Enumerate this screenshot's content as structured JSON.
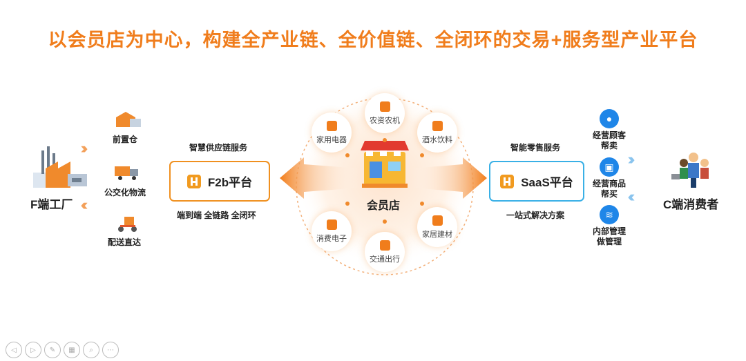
{
  "title": "以会员店为中心，构建全产业链、全价值链、全闭环的交易+服务型产业平台",
  "left": {
    "factory_label": "F端工厂",
    "nodes": [
      "前置仓",
      "公交化物流",
      "配送直达"
    ]
  },
  "f2b": {
    "top_label": "智慧供应链服务",
    "box_label": "F2b平台",
    "bottom_label": "端到端 全链路 全闭环"
  },
  "center": {
    "label": "会员店",
    "categories": [
      "农资农机",
      "酒水饮料",
      "家居建材",
      "交通出行",
      "消费电子",
      "家用电器"
    ]
  },
  "saas": {
    "top_label": "智能零售服务",
    "box_label": "SaaS平台",
    "bottom_label": "一站式解决方案"
  },
  "right": {
    "services": [
      {
        "line1": "经营顾客",
        "line2": "帮卖"
      },
      {
        "line1": "经营商品",
        "line2": "帮买"
      },
      {
        "line1": "内部管理",
        "line2": "做管理"
      }
    ],
    "consumer_label": "C端消费者"
  },
  "colors": {
    "accent": "#f07d1c",
    "blue": "#1f86e8",
    "light_blue": "#39b0e6"
  },
  "nav_icons": [
    "prev-icon",
    "next-icon",
    "pen-icon",
    "slides-icon",
    "zoom-icon",
    "more-icon"
  ]
}
